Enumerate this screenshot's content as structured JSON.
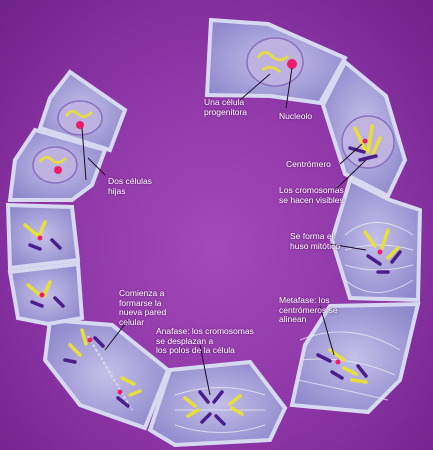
{
  "labels": {
    "progenitora": "Una célula\nprogenitora",
    "nucleolo": "Nucleolo",
    "centromero": "Centrómero",
    "cromosomas_visibles": "Los cromosomas\nse hacen visibles",
    "huso": "Se forma el\nhuso mitótico",
    "metafase": "Metafase: los\ncentrómeros se\nalinean",
    "anafase": "Anafase: los cromosomas\nse desplazan a\nlos polos de la célula",
    "pared_celular": "Comienza a\nformarse la\nnueva pared\ncelular",
    "dos_celulas": "Dos células\nhijas"
  },
  "colors": {
    "background": "#8c35a6",
    "cell_fill": "#a9a5d8",
    "cell_wall": "#cfd3ee",
    "chromosome_yellow": "#e6df3a",
    "chromosome_purple": "#4a1f8c",
    "nucleolus": "#ee1c6a",
    "leader_line": "#1a0a24"
  }
}
